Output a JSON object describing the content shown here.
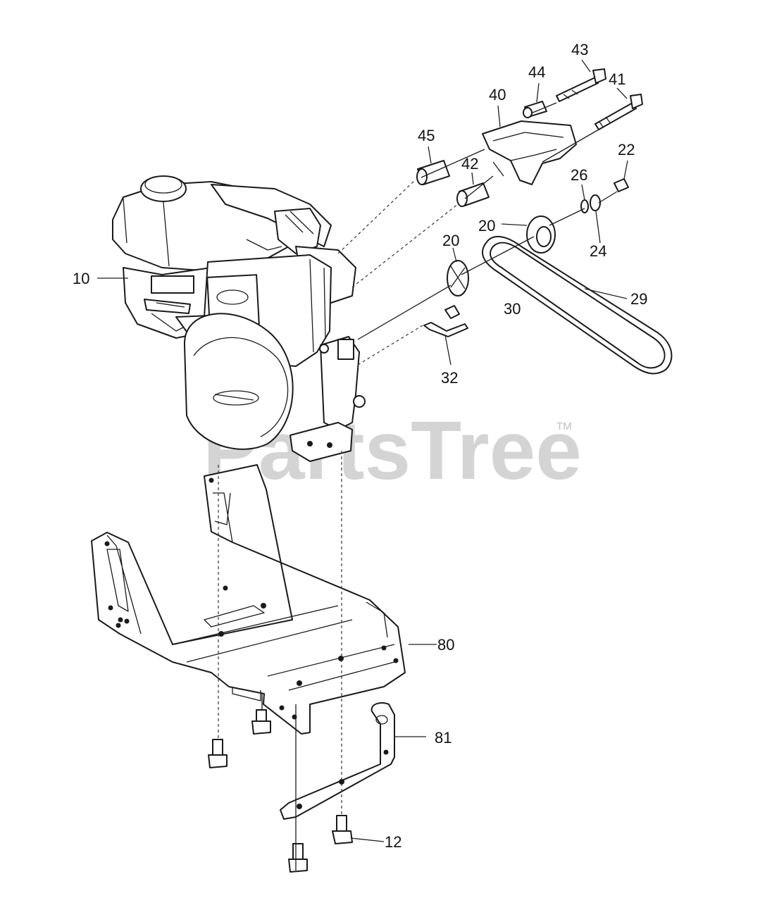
{
  "watermark": {
    "text": "PartsTree",
    "tm": "TM"
  },
  "callouts": [
    {
      "id": "43",
      "text": "43"
    },
    {
      "id": "44",
      "text": "44"
    },
    {
      "id": "41",
      "text": "41"
    },
    {
      "id": "40",
      "text": "40"
    },
    {
      "id": "45",
      "text": "45"
    },
    {
      "id": "42",
      "text": "42"
    },
    {
      "id": "22",
      "text": "22"
    },
    {
      "id": "26",
      "text": "26"
    },
    {
      "id": "20a",
      "text": "20"
    },
    {
      "id": "20b",
      "text": "20"
    },
    {
      "id": "24",
      "text": "24"
    },
    {
      "id": "10",
      "text": "10"
    },
    {
      "id": "29",
      "text": "29"
    },
    {
      "id": "30",
      "text": "30"
    },
    {
      "id": "32",
      "text": "32"
    },
    {
      "id": "80",
      "text": "80"
    },
    {
      "id": "81",
      "text": "81"
    },
    {
      "id": "12",
      "text": "12"
    }
  ]
}
